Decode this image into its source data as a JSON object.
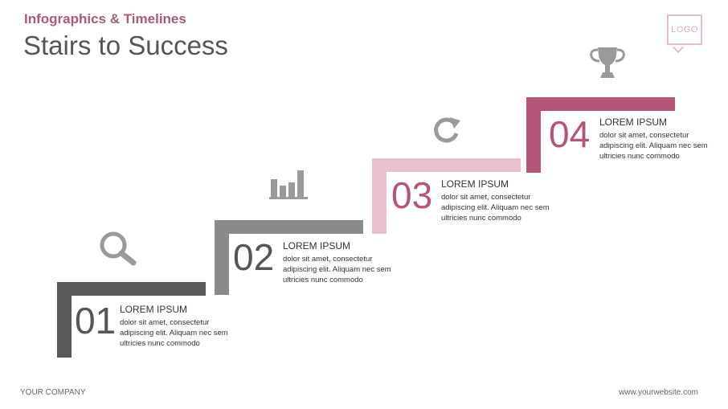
{
  "header": {
    "kicker": "Infographics & Timelines",
    "title": "Stairs to Success",
    "logo": "LOGO"
  },
  "colors": {
    "step1": "#595959",
    "step2": "#8a8a8a",
    "step3": "#e8c1cf",
    "step4": "#b55478",
    "icon": "#9a9a9a",
    "accent_text": "#a85a7c"
  },
  "steps": [
    {
      "number": "01",
      "heading": "LOREM IPSUM",
      "body": "dolor sit amet, consectetur adipiscing elit. Aliquam nec sem ultricies nunc commodo",
      "icon": "search-icon"
    },
    {
      "number": "02",
      "heading": "LOREM IPSUM",
      "body": "dolor sit amet, consectetur adipiscing elit. Aliquam nec sem ultricies nunc commodo",
      "icon": "bar-chart-icon"
    },
    {
      "number": "03",
      "heading": "LOREM IPSUM",
      "body": "dolor sit amet, consectetur adipiscing elit. Aliquam nec sem ultricies nunc commodo",
      "icon": "refresh-icon"
    },
    {
      "number": "04",
      "heading": "LOREM IPSUM",
      "body": "dolor sit amet, consectetur adipiscing elit. Aliquam nec sem ultricies nunc commodo",
      "icon": "trophy-icon"
    }
  ],
  "footer": {
    "company": "YOUR COMPANY",
    "website": "www.yourwebsite.com"
  }
}
